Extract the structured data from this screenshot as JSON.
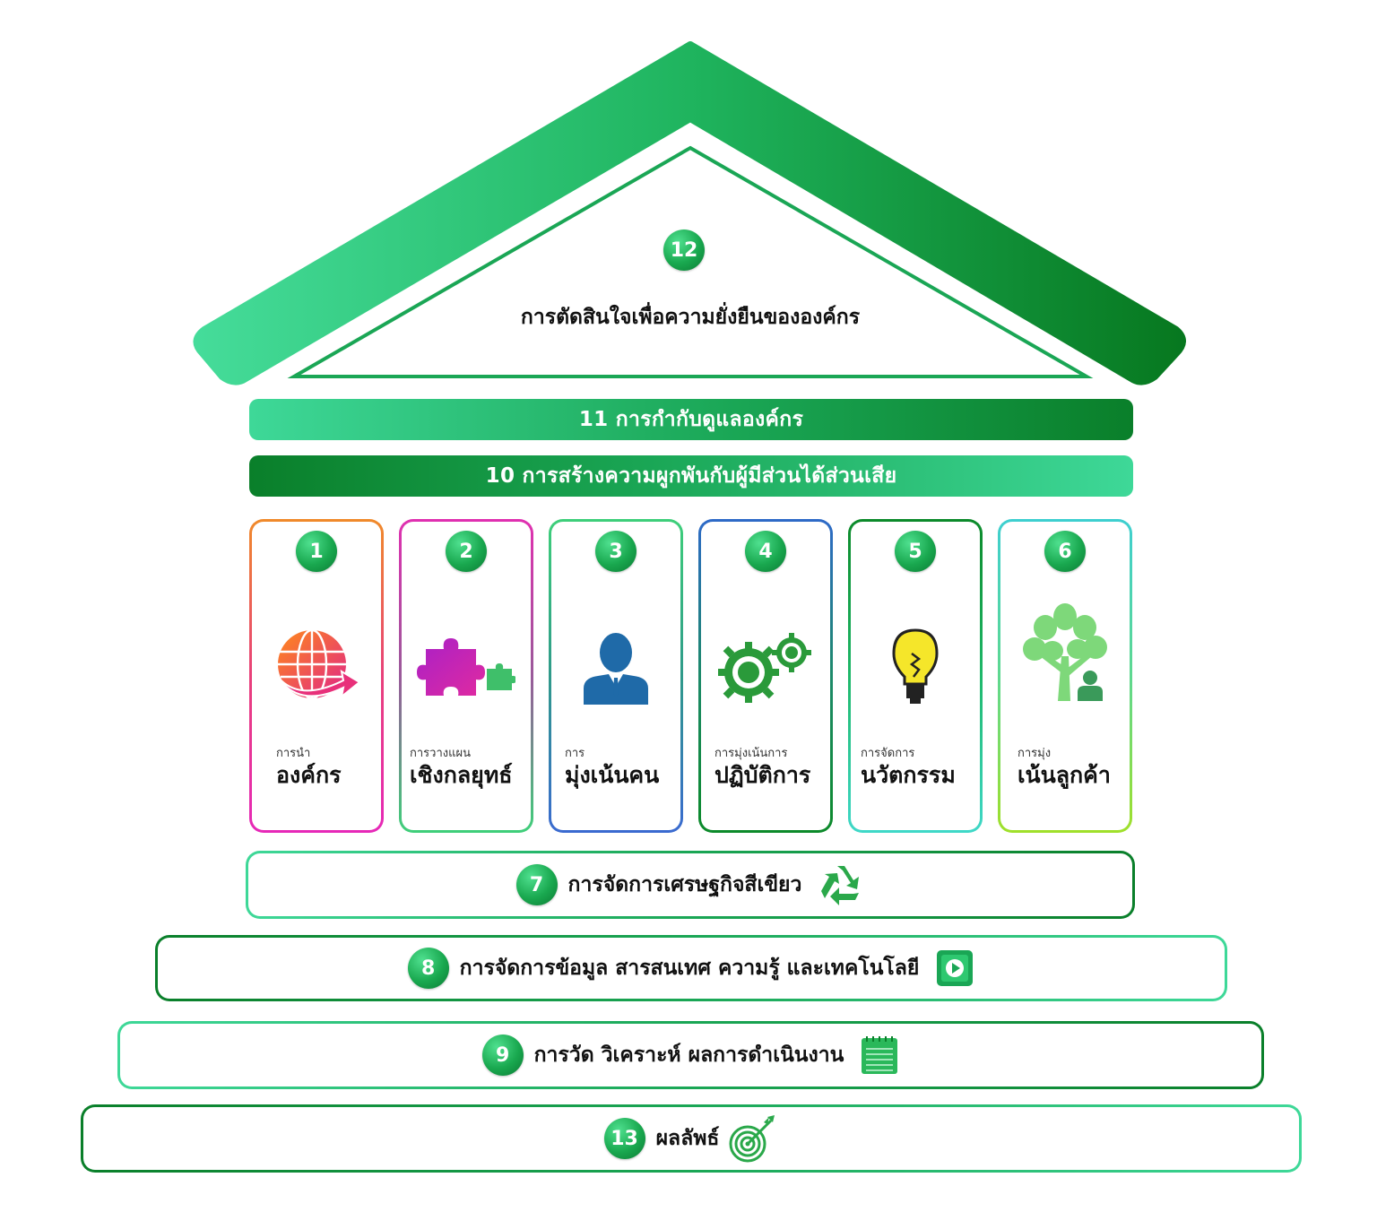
{
  "roof": {
    "number": "12",
    "title": "การตัดสินใจเพื่อความยั่งยืนขององค์กร"
  },
  "bars": [
    {
      "label": "11 การกำกับดูแลองค์กร"
    },
    {
      "label": "10 การสร้างความผูกพันกับผู้มีส่วนได้ส่วนเสีย"
    }
  ],
  "pillars": [
    {
      "number": "1",
      "sub": "การนำ",
      "main": "องค์กร",
      "icon": "globe-arrow-icon"
    },
    {
      "number": "2",
      "sub": "การวางแผน",
      "main": "เชิงกลยุทธ์",
      "icon": "puzzle-icon"
    },
    {
      "number": "3",
      "sub": "การ",
      "main": "มุ่งเน้นคน",
      "icon": "person-icon"
    },
    {
      "number": "4",
      "sub": "การมุ่งเน้นการ",
      "main": "ปฏิบัติการ",
      "icon": "gears-icon"
    },
    {
      "number": "5",
      "sub": "การจัดการ",
      "main": "นวัตกรรม",
      "icon": "lightbulb-icon"
    },
    {
      "number": "6",
      "sub": "การมุ่ง",
      "main": "เน้นลูกค้า",
      "icon": "tree-person-icon"
    }
  ],
  "tiers": [
    {
      "number": "7",
      "label": "การจัดการเศรษฐกิจสีเขียว",
      "icon": "recycle-icon"
    },
    {
      "number": "8",
      "label": "การจัดการข้อมูล สารสนเทศ ความรู้ และเทคโนโลยี",
      "icon": "play-icon"
    },
    {
      "number": "9",
      "label": "การวัด วิเคราะห์ ผลการดำเนินงาน",
      "icon": "notepad-icon"
    },
    {
      "number": "13",
      "label": "ผลลัพธ์",
      "icon": "target-icon"
    }
  ],
  "colors": {
    "green_dark": "#0a7f2a",
    "green_mid": "#1aa655",
    "green_light": "#3ed898"
  }
}
